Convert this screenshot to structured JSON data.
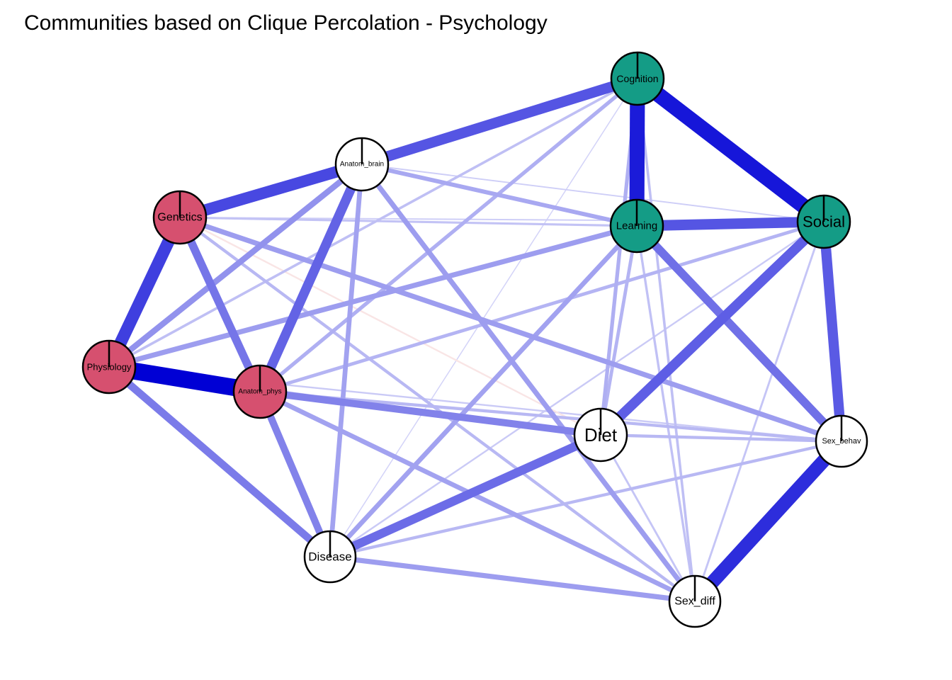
{
  "title": "Communities based on Clique Percolation - Psychology",
  "colors": {
    "community_red": "#D6506F",
    "community_green": "#149C86",
    "unassigned": "#FFFFFF",
    "node_border": "#000000",
    "positive_edge": "#0000D5",
    "negative_edge": "#E08080"
  },
  "nodes": [
    {
      "id": "Cognition",
      "label": "Cognition",
      "community": "green"
    },
    {
      "id": "Anatom_brain",
      "label": "Anatom_brain",
      "community": "none"
    },
    {
      "id": "Genetics",
      "label": "Genetics",
      "community": "red"
    },
    {
      "id": "Learning",
      "label": "Learning",
      "community": "green"
    },
    {
      "id": "Social",
      "label": "Social",
      "community": "green"
    },
    {
      "id": "Physiology",
      "label": "Physiology",
      "community": "red"
    },
    {
      "id": "Anatom_phys",
      "label": "Anatom_phys",
      "community": "red"
    },
    {
      "id": "Diet",
      "label": "Diet",
      "community": "none"
    },
    {
      "id": "Sex_behav",
      "label": "Sex_behav",
      "community": "none"
    },
    {
      "id": "Disease",
      "label": "Disease",
      "community": "none"
    },
    {
      "id": "Sex_diff",
      "label": "Sex_diff",
      "community": "none"
    }
  ],
  "edges": [
    {
      "from": "Physiology",
      "to": "Anatom_phys",
      "weight": 1.0
    },
    {
      "from": "Cognition",
      "to": "Social",
      "weight": 0.9
    },
    {
      "from": "Cognition",
      "to": "Learning",
      "weight": 0.88
    },
    {
      "from": "Sex_behav",
      "to": "Sex_diff",
      "weight": 0.8
    },
    {
      "from": "Genetics",
      "to": "Physiology",
      "weight": 0.72
    },
    {
      "from": "Genetics",
      "to": "Anatom_brain",
      "weight": 0.68
    },
    {
      "from": "Anatom_brain",
      "to": "Cognition",
      "weight": 0.62
    },
    {
      "from": "Learning",
      "to": "Social",
      "weight": 0.62
    },
    {
      "from": "Social",
      "to": "Sex_behav",
      "weight": 0.6
    },
    {
      "from": "Social",
      "to": "Diet",
      "weight": 0.58
    },
    {
      "from": "Anatom_brain",
      "to": "Anatom_phys",
      "weight": 0.56
    },
    {
      "from": "Diet",
      "to": "Disease",
      "weight": 0.52
    },
    {
      "from": "Learning",
      "to": "Sex_behav",
      "weight": 0.5
    },
    {
      "from": "Genetics",
      "to": "Anatom_phys",
      "weight": 0.48
    },
    {
      "from": "Physiology",
      "to": "Disease",
      "weight": 0.45
    },
    {
      "from": "Anatom_phys",
      "to": "Disease",
      "weight": 0.42
    },
    {
      "from": "Anatom_phys",
      "to": "Diet",
      "weight": 0.42
    },
    {
      "from": "Anatom_brain",
      "to": "Physiology",
      "weight": 0.35
    },
    {
      "from": "Anatom_brain",
      "to": "Sex_diff",
      "weight": 0.3
    },
    {
      "from": "Physiology",
      "to": "Learning",
      "weight": 0.3
    },
    {
      "from": "Genetics",
      "to": "Sex_behav",
      "weight": 0.3
    },
    {
      "from": "Disease",
      "to": "Sex_diff",
      "weight": 0.3
    },
    {
      "from": "Disease",
      "to": "Learning",
      "weight": 0.28
    },
    {
      "from": "Anatom_brain",
      "to": "Disease",
      "weight": 0.28
    },
    {
      "from": "Anatom_phys",
      "to": "Sex_diff",
      "weight": 0.28
    },
    {
      "from": "Anatom_brain",
      "to": "Learning",
      "weight": 0.25
    },
    {
      "from": "Cognition",
      "to": "Anatom_phys",
      "weight": 0.22
    },
    {
      "from": "Cognition",
      "to": "Diet",
      "weight": 0.22
    },
    {
      "from": "Learning",
      "to": "Diet",
      "weight": 0.2
    },
    {
      "from": "Anatom_phys",
      "to": "Social",
      "weight": 0.2
    },
    {
      "from": "Anatom_phys",
      "to": "Sex_behav",
      "weight": 0.18
    },
    {
      "from": "Genetics",
      "to": "Sex_diff",
      "weight": 0.18
    },
    {
      "from": "Disease",
      "to": "Sex_behav",
      "weight": 0.18
    },
    {
      "from": "Diet",
      "to": "Sex_behav",
      "weight": 0.18
    },
    {
      "from": "Physiology",
      "to": "Cognition",
      "weight": 0.15
    },
    {
      "from": "Cognition",
      "to": "Sex_diff",
      "weight": 0.15
    },
    {
      "from": "Learning",
      "to": "Sex_diff",
      "weight": 0.14
    },
    {
      "from": "Genetics",
      "to": "Learning",
      "weight": 0.13
    },
    {
      "from": "Social",
      "to": "Sex_diff",
      "weight": 0.12
    },
    {
      "from": "Diet",
      "to": "Sex_diff",
      "weight": 0.12
    },
    {
      "from": "Physiology",
      "to": "Sex_behav",
      "weight": 0.1
    },
    {
      "from": "Disease",
      "to": "Social",
      "weight": 0.1
    },
    {
      "from": "Genetics",
      "to": "Social",
      "weight": 0.08
    },
    {
      "from": "Anatom_brain",
      "to": "Social",
      "weight": 0.08
    },
    {
      "from": "Physiology",
      "to": "Diet",
      "weight": 0.06
    },
    {
      "from": "Cognition",
      "to": "Disease",
      "weight": 0.06
    },
    {
      "from": "Genetics",
      "to": "Disease",
      "weight": 0.06
    },
    {
      "from": "Genetics",
      "to": "Diet",
      "weight": -0.1
    }
  ]
}
